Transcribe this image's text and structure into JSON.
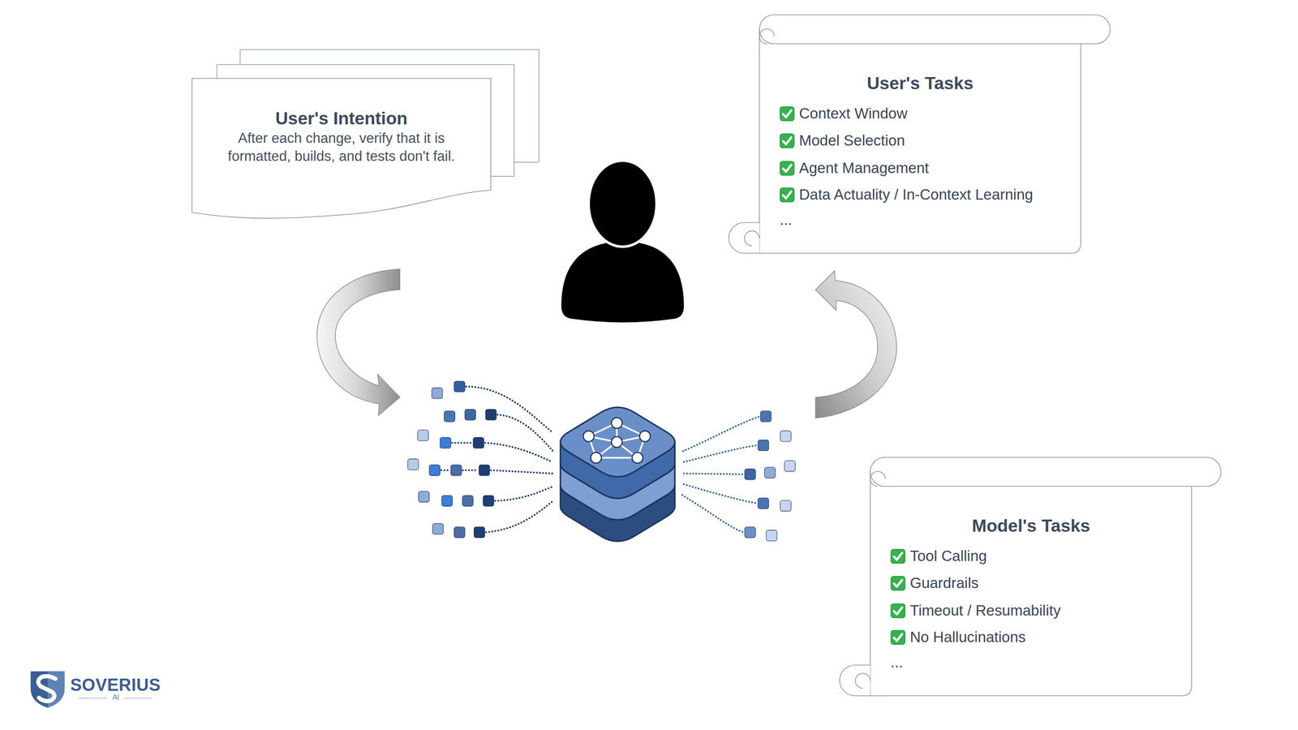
{
  "diagram": {
    "nodes": [
      {
        "text": [
          "User's Intention",
          "After each change, verify that it is formatted, builds, and tests don't fail."
        ]
      },
      {
        "text": [
          "User's Tasks",
          "Context Window",
          "Model Selection",
          "Agent Management",
          "Data Actuality / In-Context Learning",
          "..."
        ]
      },
      {
        "text": [
          "Model's Tasks",
          "Tool Calling",
          "Guardrails",
          "Timeout / Resumability",
          "No Hallucinations",
          "..."
        ]
      }
    ],
    "labels": [
      "SOVERIUS",
      "AI"
    ]
  }
}
